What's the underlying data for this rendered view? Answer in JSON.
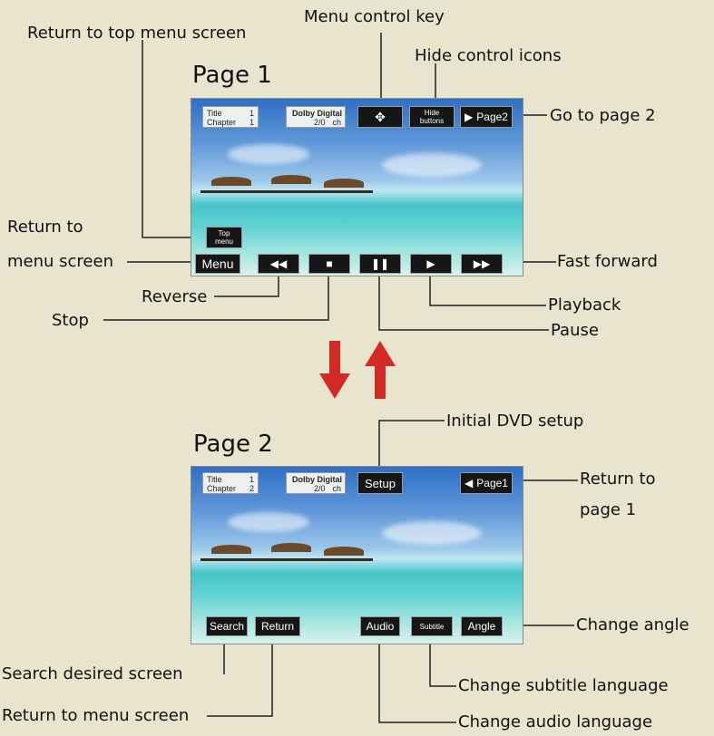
{
  "page1": {
    "label": "Page 1",
    "info_left": {
      "title_label": "Title",
      "title_num": "1",
      "chapter_label": "Chapter",
      "chapter_num": "1"
    },
    "info_audio": {
      "line1": "Dolby Digital",
      "line2": "2/0",
      "unit": "ch"
    },
    "hide_button": {
      "line1": "Hide",
      "line2": "buttons"
    },
    "page_button": "Page2",
    "top_menu_button": {
      "line1": "Top",
      "line2": "menu"
    },
    "menu_button": "Menu"
  },
  "page2": {
    "label": "Page 2",
    "info_left": {
      "title_label": "Title",
      "title_num": "1",
      "chapter_label": "Chapter",
      "chapter_num": "2"
    },
    "info_audio": {
      "line1": "Dolby Digital",
      "line2": "2/0",
      "unit": "ch"
    },
    "setup_button": "Setup",
    "page_button": "Page1",
    "search_button": "Search",
    "return_button": "Return",
    "audio_button": "Audio",
    "subtitle_button": "Subtitle",
    "angle_button": "Angle"
  },
  "annotations": {
    "menu_control_key": "Menu control key",
    "return_top_menu": "Return to top menu screen",
    "hide_control_icons": "Hide control icons",
    "go_to_page2": "Go to page 2",
    "return_to_line1": "Return to",
    "menu_screen": "menu screen",
    "fast_forward": "Fast forward",
    "reverse": "Reverse",
    "playback": "Playback",
    "stop": "Stop",
    "pause": "Pause",
    "initial_dvd_setup": "Initial DVD setup",
    "return_page1_line1": "Return to",
    "return_page1_line2": "page 1",
    "change_angle": "Change angle",
    "search_desired": "Search desired screen",
    "change_subtitle": "Change subtitle language",
    "return_menu_screen": "Return to menu screen",
    "change_audio": "Change audio language"
  },
  "colors": {
    "background": "#e8e4cd",
    "arrow": "#d42a26",
    "button": "#161616"
  }
}
